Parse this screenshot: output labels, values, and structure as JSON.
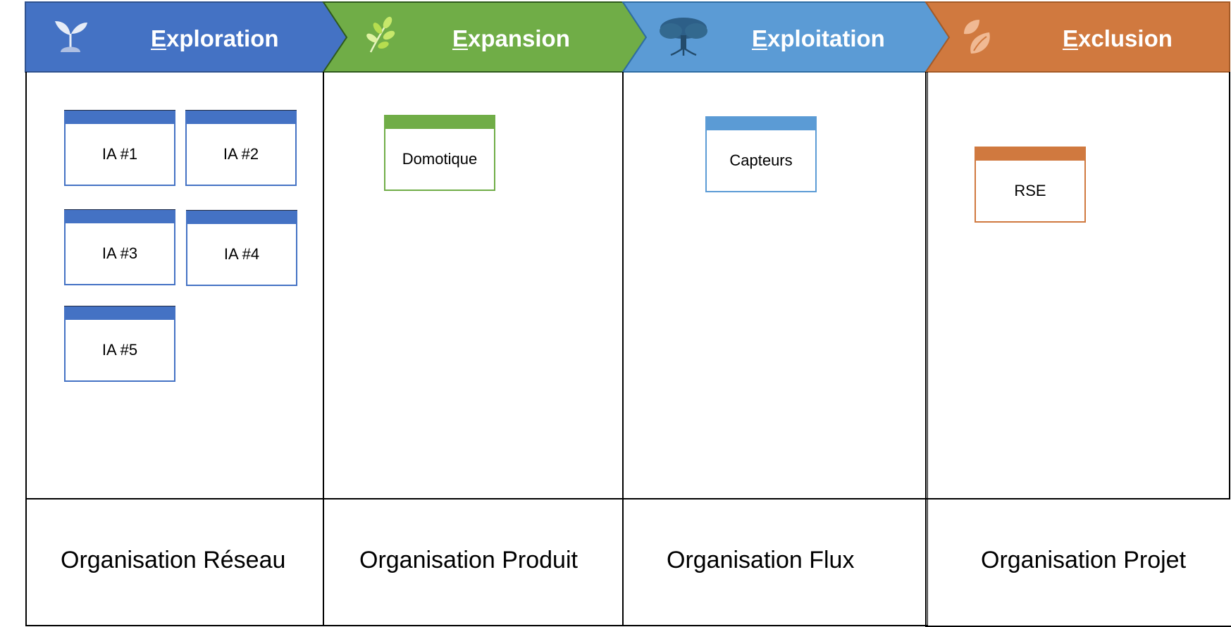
{
  "colors": {
    "exploration": "#4472c4",
    "expansion": "#70ad47",
    "exploitation": "#5b9bd5",
    "exclusion": "#d0793f",
    "line": "#000000"
  },
  "phases": [
    {
      "title_first": "E",
      "title_rest": "xploration",
      "icon": "seedling-icon"
    },
    {
      "title_first": "E",
      "title_rest": "xpansion",
      "icon": "leaves-icon"
    },
    {
      "title_first": "E",
      "title_rest": "xploitation",
      "icon": "tree-icon"
    },
    {
      "title_first": "E",
      "title_rest": "xclusion",
      "icon": "falling-leaves-icon"
    }
  ],
  "cards": {
    "exploration": [
      "IA #1",
      "IA #2",
      "IA #3",
      "IA #4",
      "IA #5"
    ],
    "expansion": [
      "Domotique"
    ],
    "exploitation": [
      "Capteurs"
    ],
    "exclusion": [
      "RSE"
    ]
  },
  "organisations": [
    "Organisation Réseau",
    "Organisation Produit",
    "Organisation Flux",
    "Organisation Projet"
  ]
}
